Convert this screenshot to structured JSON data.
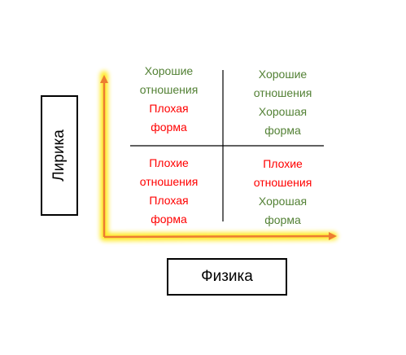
{
  "axes": {
    "y_label": "Лирика",
    "x_label": "Физика"
  },
  "quadrants": {
    "top_left": [
      {
        "text": "Хорошие",
        "tone": "good"
      },
      {
        "text": "отношения",
        "tone": "good"
      },
      {
        "text": "Плохая",
        "tone": "bad"
      },
      {
        "text": "форма",
        "tone": "bad"
      }
    ],
    "top_right": [
      {
        "text": "Хорошие",
        "tone": "good"
      },
      {
        "text": "отношения",
        "tone": "good"
      },
      {
        "text": "Хорошая",
        "tone": "good"
      },
      {
        "text": "форма",
        "tone": "good"
      }
    ],
    "bottom_left": [
      {
        "text": "Плохие",
        "tone": "bad"
      },
      {
        "text": "отношения",
        "tone": "bad"
      },
      {
        "text": "Плохая",
        "tone": "bad"
      },
      {
        "text": "форма",
        "tone": "bad"
      }
    ],
    "bottom_right": [
      {
        "text": "Плохие",
        "tone": "bad"
      },
      {
        "text": "отношения",
        "tone": "bad"
      },
      {
        "text": "Хорошая",
        "tone": "good"
      },
      {
        "text": "форма",
        "tone": "good"
      }
    ]
  },
  "colors": {
    "good": "#538135",
    "bad": "#ff0000",
    "arrow": "#ed7d31",
    "glow": "#ffe600"
  }
}
